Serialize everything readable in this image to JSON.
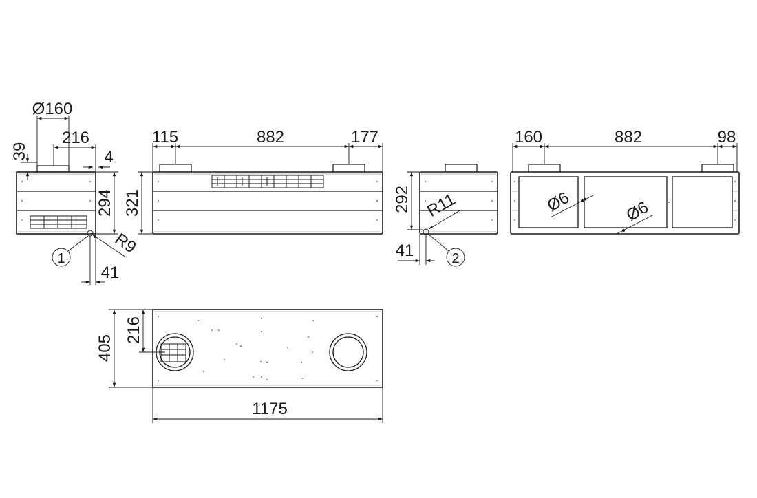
{
  "dimensions": {
    "side_left": {
      "spigot_diameter": "Ø160",
      "spigot_offset": "216",
      "spigot_height": "39",
      "lip": "4",
      "height": "294",
      "drain_offset": "41",
      "drain_radius": "R9",
      "callout": "1"
    },
    "front": {
      "left_offset": "115",
      "spigot_spacing": "882",
      "right_offset": "177",
      "height": "321"
    },
    "side_right": {
      "height": "292",
      "drain_radius": "R11",
      "drain_offset": "41",
      "callout": "2"
    },
    "rear": {
      "left_offset": "160",
      "spigot_spacing": "882",
      "right_offset": "98",
      "hole_a": "Ø6",
      "hole_b": "Ø6"
    },
    "top": {
      "depth": "405",
      "spigot_offset": "216",
      "length": "1175"
    }
  }
}
